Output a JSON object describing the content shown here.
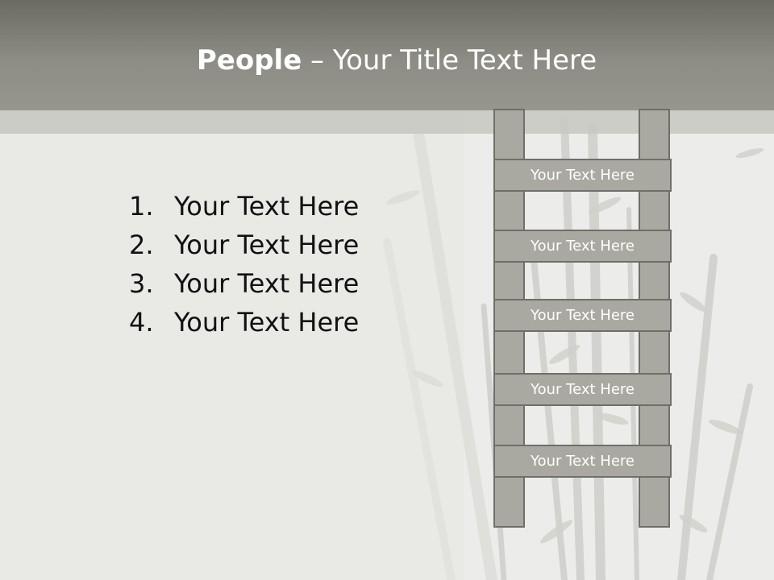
{
  "title": {
    "bold": "People",
    "rest": " – Your Title Text Here"
  },
  "list": {
    "items": [
      {
        "num": "1.",
        "text": "Your Text Here"
      },
      {
        "num": "2.",
        "text": "Your Text Here"
      },
      {
        "num": "3.",
        "text": "Your Text Here"
      },
      {
        "num": "4.",
        "text": "Your Text Here"
      }
    ]
  },
  "ladder": {
    "rungs": [
      {
        "label": "Your Text Here"
      },
      {
        "label": "Your Text Here"
      },
      {
        "label": "Your Text Here"
      },
      {
        "label": "Your Text Here"
      },
      {
        "label": "Your Text Here"
      }
    ]
  },
  "colors": {
    "title_bar": "#8d8d85",
    "background": "#e9eae5",
    "ladder_fill": "#a9a9a1",
    "ladder_border": "#6f6f69"
  }
}
